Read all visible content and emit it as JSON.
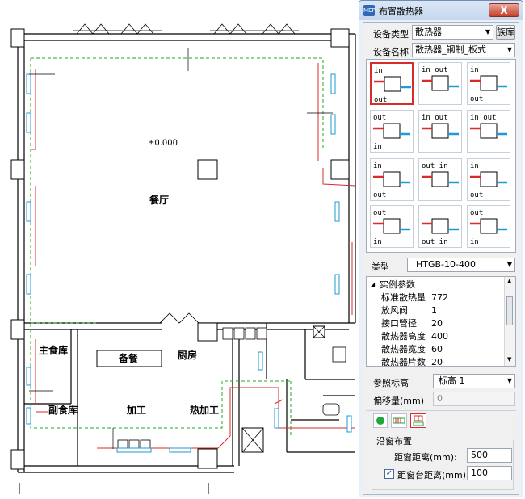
{
  "drawing": {
    "elevation_label": "±0.000",
    "rooms": {
      "restaurant": "餐厅",
      "main_storage": "主食库",
      "prep": "备餐",
      "kitchen": "厨房",
      "side_storage": "副食库",
      "processing": "加工",
      "hot_processing": "热加工"
    }
  },
  "dialog": {
    "title": "布置散热器",
    "close_label": "X",
    "device_type_label": "设备类型",
    "device_type_value": "散热器",
    "library_button": "族库",
    "device_name_label": "设备名称",
    "device_name_value": "散热器_钢制_板式",
    "type_label": "类型",
    "type_value": "HTGB-10-400",
    "props": {
      "section": "实例参数",
      "rows": [
        {
          "name": "标准散热量",
          "value": "772"
        },
        {
          "name": "放风阀",
          "value": "1"
        },
        {
          "name": "接口管径",
          "value": "20"
        },
        {
          "name": "散热器高度",
          "value": "400"
        },
        {
          "name": "散热器宽度",
          "value": "60"
        },
        {
          "name": "散热器片数",
          "value": "20"
        }
      ]
    },
    "ref_level_label": "参照标高",
    "ref_level_value": "标高 1",
    "offset_label": "偏移量(mm)",
    "offset_value": "0",
    "along_window_label": "沿窗布置",
    "window_dist_label": "距窗距离(mm):",
    "window_dist_value": "500",
    "sill_dist_label": "距窗台距离(mm):",
    "sill_dist_value": "100",
    "sill_checked": true
  },
  "tiles": [
    {
      "top": "in",
      "bottom": "out"
    },
    {
      "top": "in out",
      "bottom": ""
    },
    {
      "top": "in",
      "bottom": "out"
    },
    {
      "top": "out",
      "bottom": "in"
    },
    {
      "top": "in out",
      "bottom": ""
    },
    {
      "top": "in out",
      "bottom": ""
    },
    {
      "top": "in",
      "bottom": "out"
    },
    {
      "top": "out in",
      "bottom": ""
    },
    {
      "top": "in",
      "bottom": "out"
    },
    {
      "top": "out",
      "bottom": "in"
    },
    {
      "top": "",
      "bottom": "out in"
    },
    {
      "top": "out",
      "bottom": "in"
    }
  ],
  "colors": {
    "supply": "#d92b2b",
    "return": "#1e9ad6",
    "zone": "#22aa22"
  }
}
